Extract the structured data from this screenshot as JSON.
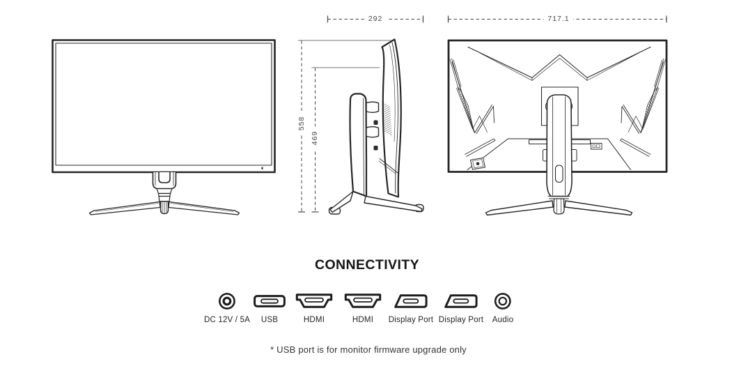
{
  "dimensions": {
    "depth_mm": "292",
    "width_mm": "717.1",
    "total_height_mm": "558",
    "panel_height_mm": "469"
  },
  "views": {
    "front": "monitor-front-view",
    "side": "monitor-side-view",
    "back": "monitor-back-view"
  },
  "connectivity": {
    "title": "CONNECTIVITY",
    "ports": [
      {
        "icon": "dc-power-icon",
        "label": "DC 12V / 5A"
      },
      {
        "icon": "usb-icon",
        "label": "USB"
      },
      {
        "icon": "hdmi-icon",
        "label": "HDMI"
      },
      {
        "icon": "hdmi-icon",
        "label": "HDMI"
      },
      {
        "icon": "displayport-icon",
        "label": "Display Port"
      },
      {
        "icon": "displayport-icon",
        "label": "Display Port"
      },
      {
        "icon": "audio-jack-icon",
        "label": "Audio"
      }
    ],
    "footnote": "* USB port is for monitor firmware upgrade only"
  },
  "colors": {
    "line": "#262626",
    "dimension_line": "#454545",
    "background": "#ffffff"
  }
}
